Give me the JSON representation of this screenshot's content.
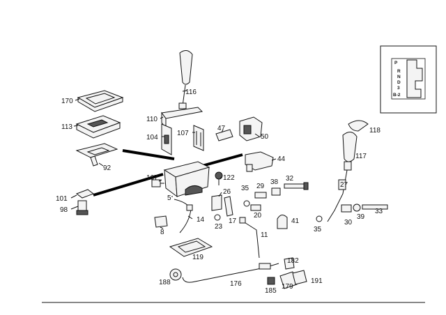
{
  "labels": {
    "l170": "170",
    "l113": "113",
    "l92": "92",
    "l101": "101",
    "l98": "98",
    "l116": "116",
    "l110": "110",
    "l104": "104",
    "l107": "107",
    "l47": "47",
    "l50": "50",
    "l44": "44",
    "l167": "167",
    "l122": "122",
    "l5": "5",
    "l26": "26",
    "l35a": "35",
    "l29": "29",
    "l38": "38",
    "l32": "32",
    "l8": "8",
    "l14": "14",
    "l23": "23",
    "l17": "17",
    "l20": "20",
    "l41": "41",
    "l11": "11",
    "l118": "118",
    "l117": "117",
    "l27": "27",
    "l35b": "35",
    "l30": "30",
    "l39": "39",
    "l33": "33",
    "l119": "119",
    "l182": "182",
    "l188": "188",
    "l176": "176",
    "l179": "179",
    "l191": "191",
    "l185": "185"
  },
  "inset": {
    "gear_p": "P",
    "gear_r": "R",
    "gear_n": "N",
    "gear_d": "D",
    "gear_3": "3",
    "gear_b2": "B-2"
  }
}
